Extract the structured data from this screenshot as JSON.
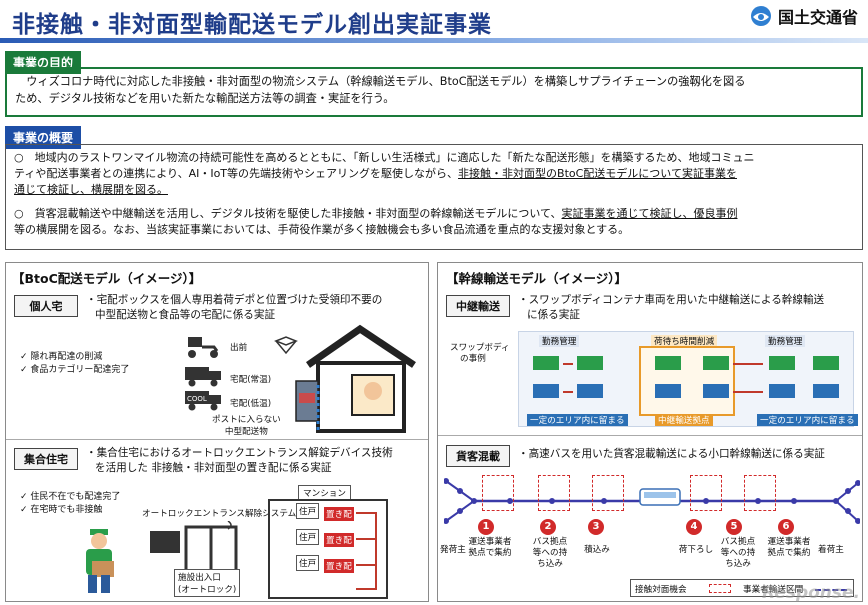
{
  "header": {
    "title": "非接触・非対面型輸配送モデル創出実証事業",
    "ministry": "国土交通省"
  },
  "purpose": {
    "label": "事業の目的",
    "line1": "　ウィズコロナ時代に対応した非接触・非対面型の物流システム（幹線輸送モデル、BtoC配送モデル）を構築しサプライチェーンの強靱化を図る",
    "line2": "ため、デジタル技術などを用いた新たな輸配送方法等の調査・実証を行う。"
  },
  "summary": {
    "label": "事業の概要",
    "p1_a": "○　地域内のラストワンマイル物流の持続可能性を高めるとともに、「新しい生活様式」に適応した「新たな配送形態」を構築するため、地域コミュニ",
    "p1_b": "ティや配送事業者との連携により、AI・IoT等の先端技術やシェアリングを駆使しながら、",
    "p1_c": "非接触・非対面型のBtoC配送モデルについて実証事業を",
    "p1_d": "通じて検証し、横展開を図る。",
    "p2_a": "○　貨客混載輸送や中継輸送を活用し、デジタル技術を駆使した非接触・非対面型の幹線輸送モデルについて、",
    "p2_b": "実証事業を通じて検証し、優良事例",
    "p2_c": "等の横展開を図る。なお、当該実証事業においては、手荷役作業が多く接触機会も多い食品流通を重点的な支援対象とする。"
  },
  "btoc": {
    "title": "【BtoC配送モデル（イメージ）】",
    "house_tag": "個人宅",
    "house_desc1": "・宅配ボックスを個人専用着荷デポと位置づけた受領印不要の",
    "house_desc2": "中型配送物と食品等の宅配に係る実証",
    "checks": [
      "✓ 隠れ再配達の削減",
      "✓ 食品カテゴリー配達完了"
    ],
    "items": [
      "出前",
      "宅配(常温)",
      "宅配(低温)"
    ],
    "cool_label": "COOL",
    "post_note1": "ポストに入らない",
    "post_note2": "中型配送物",
    "apt_tag": "集合住宅",
    "apt_desc1": "・集合住宅におけるオートロックエントランス解錠デバイス技術",
    "apt_desc2": "を活用した 非接触・非対面型の置き配に係る実証",
    "apt_checks": [
      "✓ 住民不在でも配達完了",
      "✓ 在宅時でも非接触"
    ],
    "autolock": "オートロックエントランス解除システム",
    "entrance1": "施設出入口",
    "entrance2": "(オートロック)",
    "mansion": "マンション",
    "unit": "住戸",
    "okihai": "置き配"
  },
  "trunk": {
    "title": "【幹線輸送モデル（イメージ）】",
    "relay_tag": "中継輸送",
    "relay_desc1": "・スワップボディコンテナ車両を用いた中継輸送による幹線輸送",
    "relay_desc2": "に係る実証",
    "swap1": "スワップボディ",
    "swap2": "の事例",
    "relay_labels": [
      "一定のエリア内に留まる",
      "中継輸送拠点",
      "一定のエリア内に留まる"
    ],
    "relay_top": [
      "勤務管理",
      "荷待ち時間削減",
      "勤務管理"
    ],
    "mixed_tag": "貨客混載",
    "mixed_desc": "・高速バスを用いた貨客混載輸送による小口幹線輸送に係る実証",
    "steps": [
      {
        "num": "1",
        "label": "運送事業者\n拠点で集約"
      },
      {
        "num": "2",
        "label": "バス拠点\n等への持\nち込み"
      },
      {
        "num": "3",
        "label": "積込み"
      },
      {
        "num": "4",
        "label": "荷下ろし"
      },
      {
        "num": "5",
        "label": "バス拠点\n等への持\nち込み"
      },
      {
        "num": "6",
        "label": "運送事業者\n拠点で集約"
      }
    ],
    "shipper": "発荷主",
    "receiver": "着荷主",
    "legend_contact": "接触対面機会",
    "legend_section": "事業者輸送区間"
  },
  "watermark": "Response.",
  "colors": {
    "green": "#1a7a3a",
    "blue": "#1d4ea6",
    "red": "#d12a2a",
    "navy": "#1f3d8a"
  }
}
